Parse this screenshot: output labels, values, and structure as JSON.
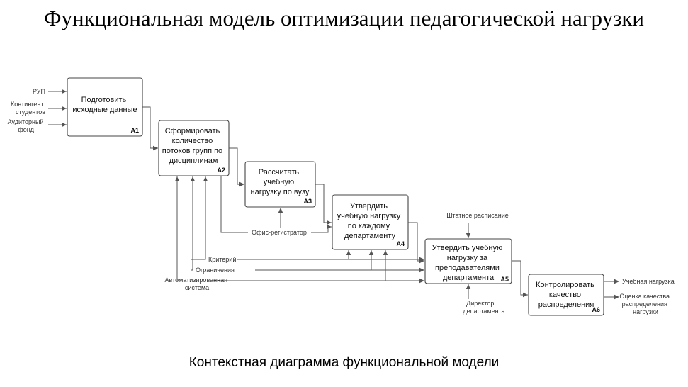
{
  "title": "Функциональная модель оптимизации педагогической нагрузки",
  "subtitle": "Контекстная диаграмма функциональной модели",
  "colors": {
    "line": "#555555",
    "box_border": "#444444",
    "text": "#111111"
  },
  "activities": [
    {
      "id": "A1",
      "lines": [
        "Подготовить",
        "исходные данные"
      ]
    },
    {
      "id": "A2",
      "lines": [
        "Сформировать",
        "количество",
        "потоков групп по",
        "дисциплинам"
      ]
    },
    {
      "id": "A3",
      "lines": [
        "Рассчитать",
        "учебную",
        "нагрузку по вузу"
      ]
    },
    {
      "id": "A4",
      "lines": [
        "Утвердить",
        "учебную нагрузку",
        "по каждому",
        "департаменту"
      ]
    },
    {
      "id": "A5",
      "lines": [
        "Утвердить учебную",
        "нагрузку за",
        "преподавателями",
        "департамента"
      ]
    },
    {
      "id": "A6",
      "lines": [
        "Контролировать",
        "качество",
        "распределения"
      ]
    }
  ],
  "labels": {
    "rup": [
      "РУП"
    ],
    "contingent": [
      "Контингент",
      "студентов"
    ],
    "fund": [
      "Аудиторный",
      "фонд"
    ],
    "office": [
      "Офис-регистратор"
    ],
    "criterion": [
      "Критерий"
    ],
    "limits": [
      "Ограничения"
    ],
    "system": [
      "Автоматизированная",
      "система"
    ],
    "staff": [
      "Штатное расписание"
    ],
    "director": [
      "Директор",
      "департамента"
    ],
    "load": [
      "Учебная нагрузка"
    ],
    "quality": [
      "Оценка качества",
      "распределения",
      "нагрузки"
    ]
  }
}
